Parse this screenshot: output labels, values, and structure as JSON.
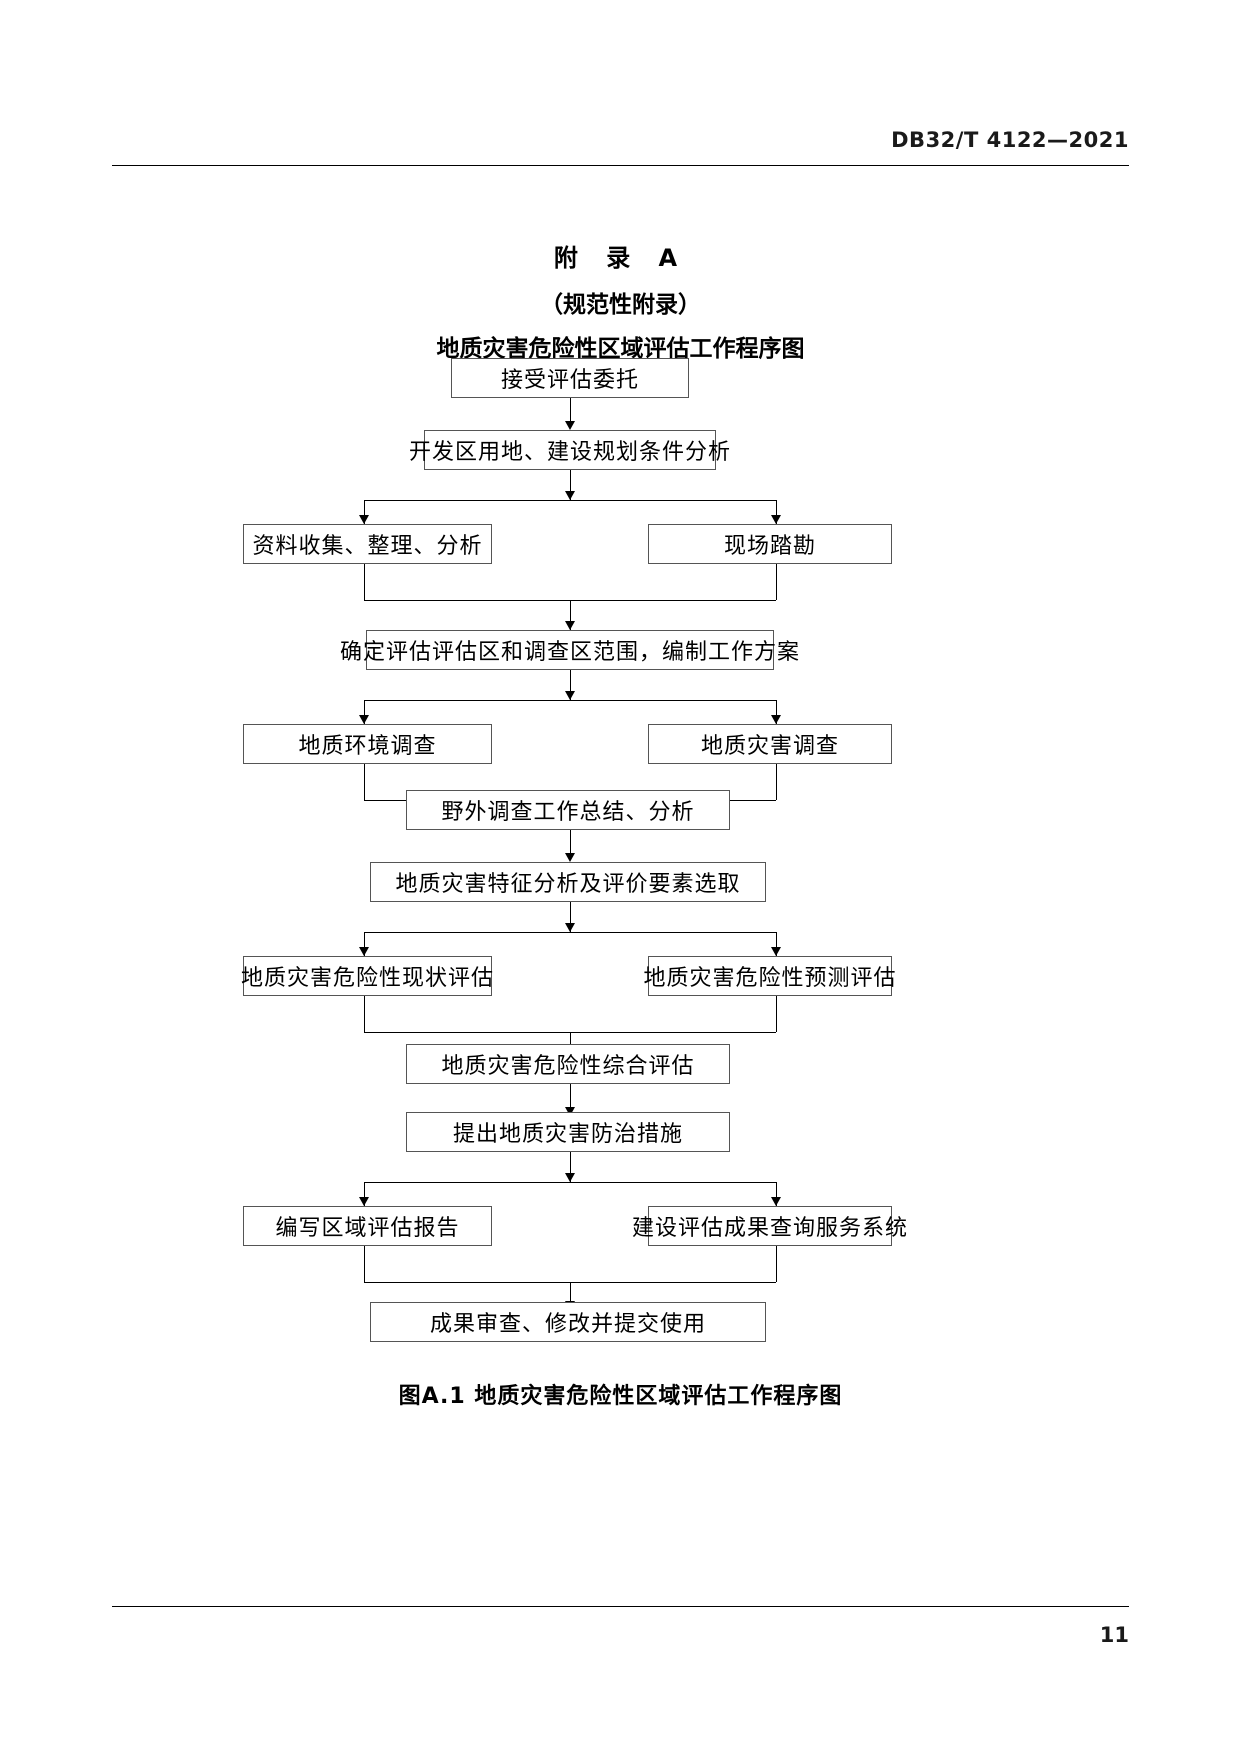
{
  "header": {
    "standard_number": "DB32/T 4122—2021"
  },
  "title": {
    "line1": "附 录 A",
    "line2": "（规范性附录）",
    "line3": "地质灾害危险性区域评估工作程序图"
  },
  "flowchart": {
    "caption": "图A.1  地质灾害危险性区域评估工作程序图",
    "nodes": [
      {
        "id": "n1",
        "label": "接受评估委托"
      },
      {
        "id": "n2",
        "label": "开发区用地、建设规划条件分析"
      },
      {
        "id": "n3",
        "label": "资料收集、整理、分析"
      },
      {
        "id": "n4",
        "label": "现场踏勘"
      },
      {
        "id": "n5",
        "label": "确定评估评估区和调查区范围，编制工作方案"
      },
      {
        "id": "n6",
        "label": "地质环境调查"
      },
      {
        "id": "n7",
        "label": "地质灾害调查"
      },
      {
        "id": "n8",
        "label": "野外调查工作总结、分析"
      },
      {
        "id": "n9",
        "label": "地质灾害特征分析及评价要素选取"
      },
      {
        "id": "n10",
        "label": "地质灾害危险性现状评估"
      },
      {
        "id": "n11",
        "label": "地质灾害危险性预测评估"
      },
      {
        "id": "n12",
        "label": "地质灾害危险性综合评估"
      },
      {
        "id": "n13",
        "label": "提出地质灾害防治措施"
      },
      {
        "id": "n14",
        "label": "编写区域评估报告"
      },
      {
        "id": "n15",
        "label": "建设评估成果查询服务系统"
      },
      {
        "id": "n16",
        "label": "成果审查、修改并提交使用"
      }
    ]
  },
  "footer": {
    "page_number": "11"
  }
}
